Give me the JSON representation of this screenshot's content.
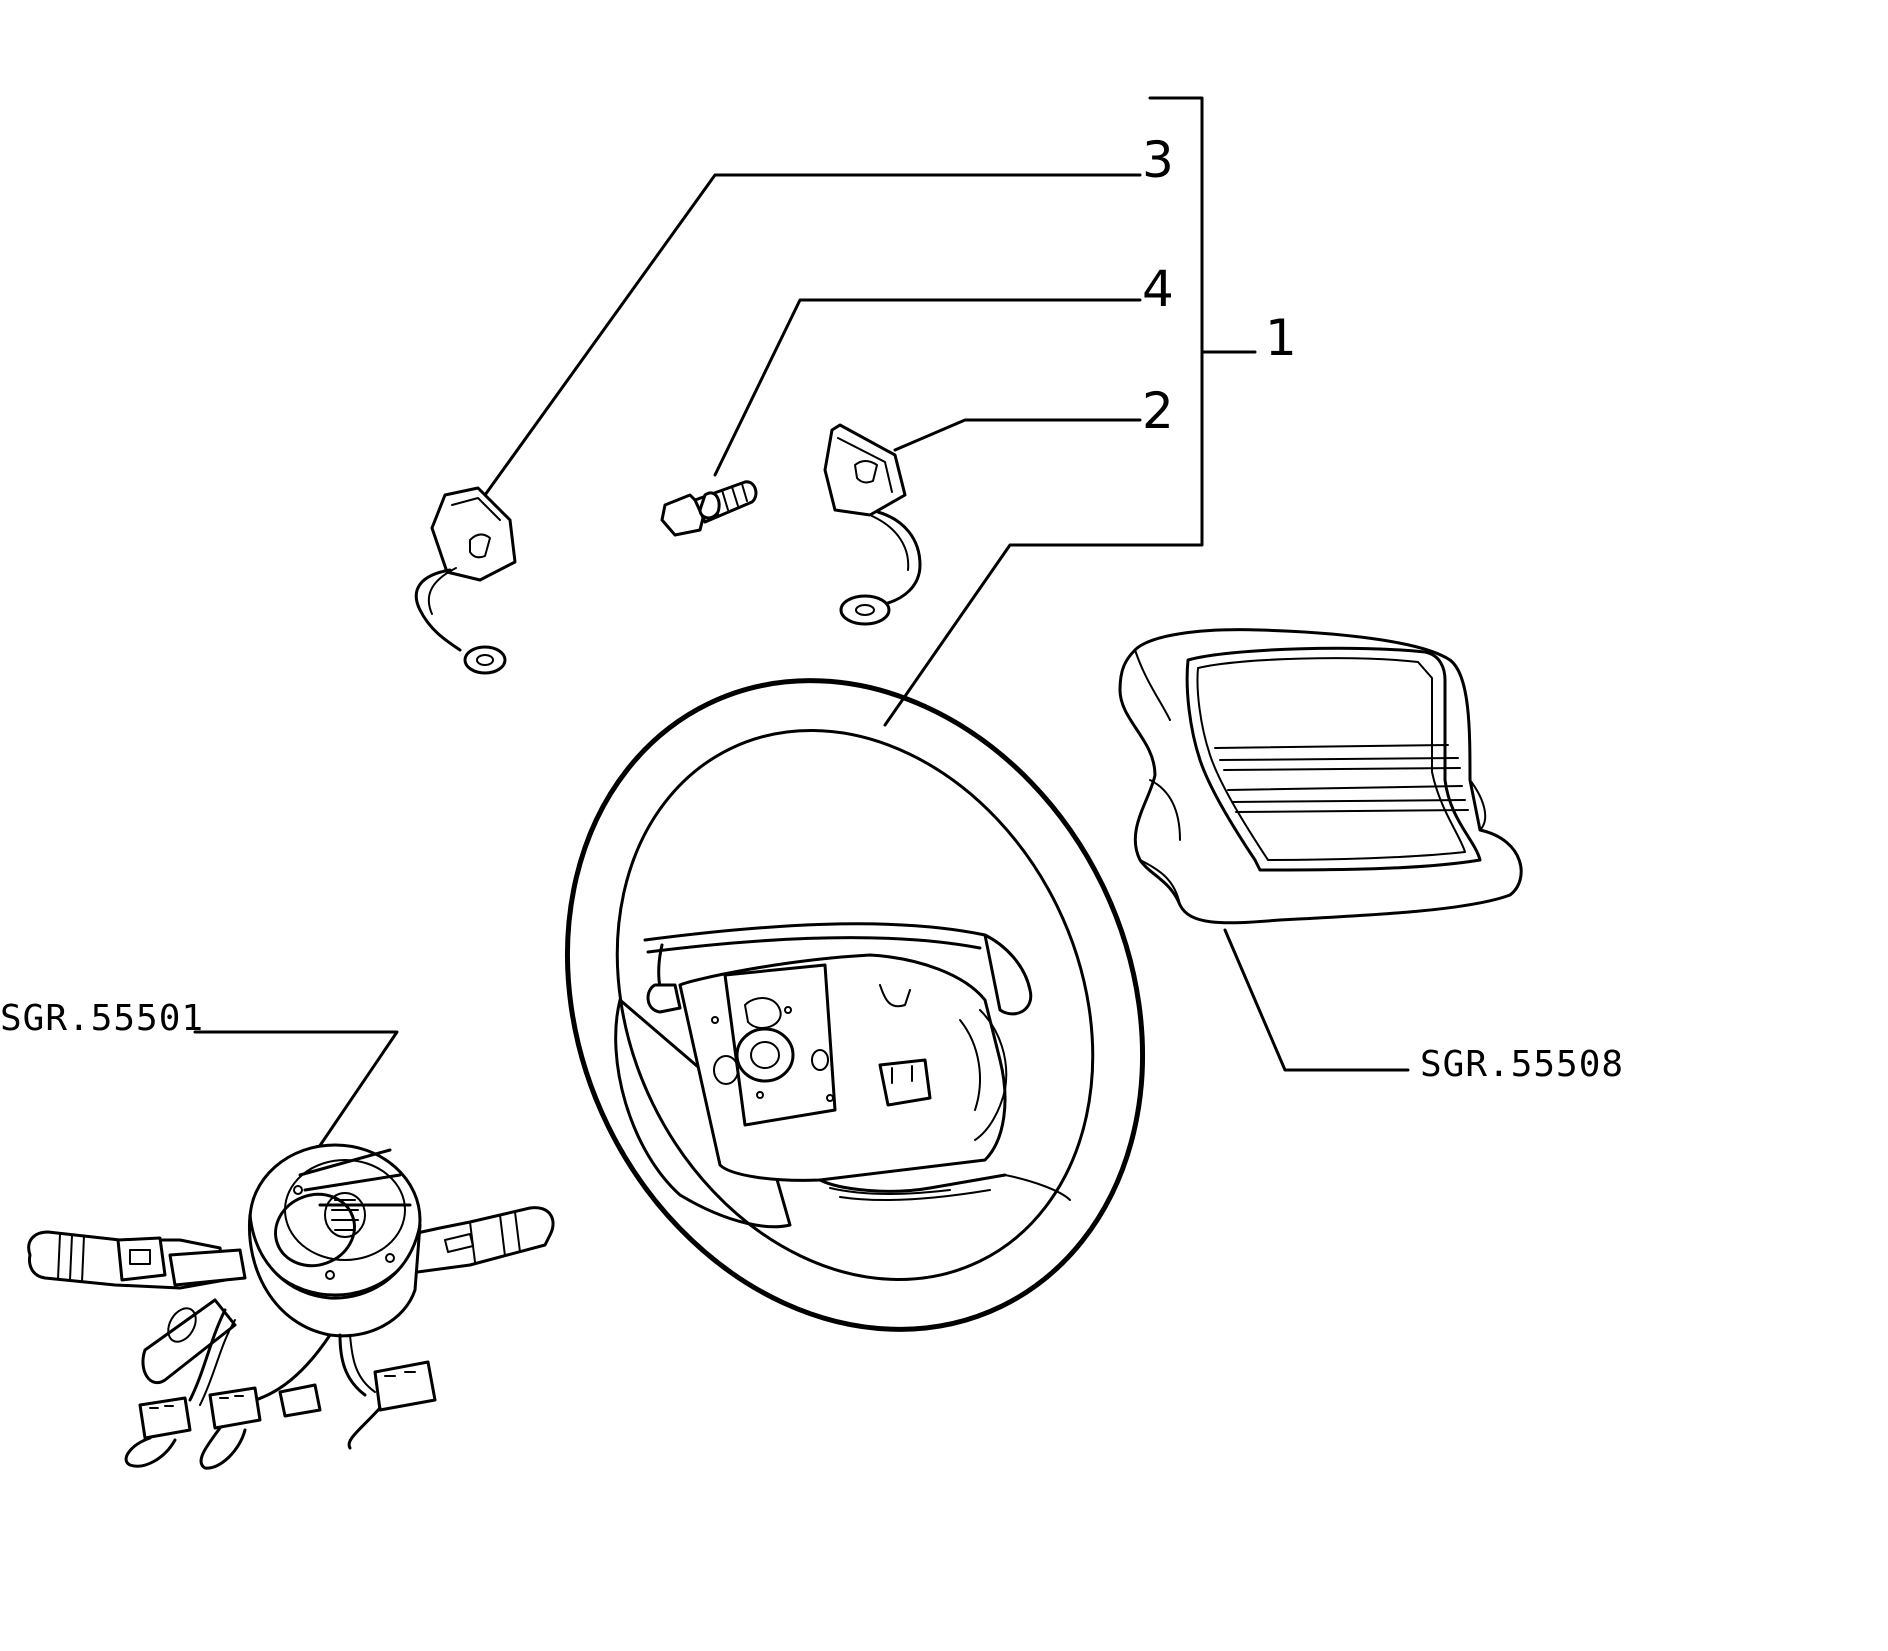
{
  "callouts": {
    "part_1": "1",
    "part_2": "2",
    "part_3": "3",
    "part_4": "4"
  },
  "references": {
    "steering_column_switch": "SGR.55501",
    "airbag_module": "SGR.55508"
  }
}
